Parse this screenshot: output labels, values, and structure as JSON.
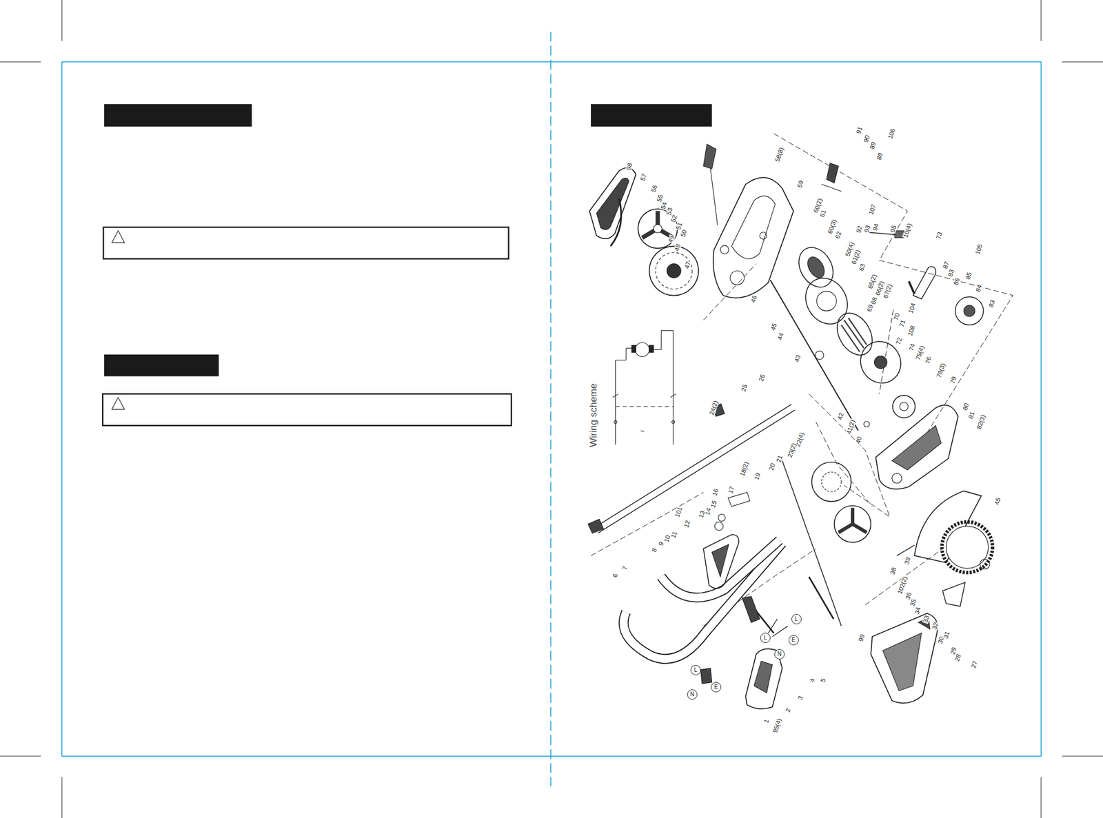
{
  "diagram": {
    "nodes": [
      {
        "text": [
          "L"
        ]
      },
      {
        "text": [
          "N"
        ]
      },
      {
        "text": [
          "E"
        ]
      },
      {
        "text": [
          "L"
        ]
      },
      {
        "text": [
          "N"
        ]
      },
      {
        "text": [
          "L"
        ]
      },
      {
        "text": [
          "E"
        ]
      }
    ],
    "labels": [
      "Wiring scheme",
      "~",
      "98",
      "57",
      "56",
      "55",
      "54",
      "53",
      "52",
      "51",
      "50",
      "49",
      "48",
      "47",
      "58(8)",
      "59",
      "91",
      "90",
      "89",
      "88",
      "106",
      "60(2)",
      "61",
      "60(3)",
      "62",
      "107",
      "92",
      "93",
      "94",
      "95",
      "10(4)",
      "73",
      "87",
      "83",
      "86",
      "85",
      "105",
      "84",
      "83",
      "50(4)",
      "61(2)",
      "63",
      "65(2)",
      "66(2)",
      "67(2)",
      "68",
      "69",
      "104",
      "70",
      "71",
      "108",
      "72",
      "74",
      "75(4)",
      "76",
      "78(3)",
      "79",
      "80",
      "81",
      "82(3)",
      "46",
      "45",
      "44",
      "43",
      "42",
      "41(2)",
      "40",
      "25",
      "26",
      "24(2)",
      "22(4)",
      "23(2)",
      "21",
      "20",
      "18(2)",
      "19",
      "17",
      "16",
      "15",
      "14",
      "13",
      "101",
      "12",
      "11",
      "10",
      "9",
      "8",
      "7",
      "6",
      "1",
      "95(4)",
      "2",
      "3",
      "4",
      "5",
      "99",
      "33",
      "32",
      "34",
      "35",
      "36",
      "102(2)",
      "38",
      "39",
      "45",
      "30",
      "31",
      "29",
      "28",
      "27"
    ]
  }
}
